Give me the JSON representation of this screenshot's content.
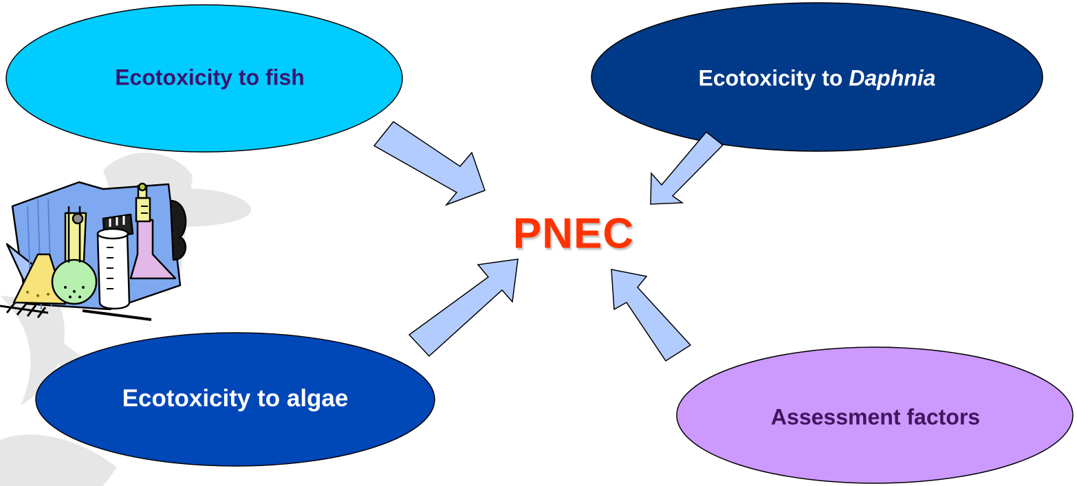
{
  "diagram": {
    "center": {
      "text": "PNEC",
      "color": "#ff3300"
    },
    "nodes": [
      {
        "id": "fish",
        "text": "Ecotoxicity to fish",
        "fill": "#00ccff",
        "text_color": "#3a1470"
      },
      {
        "id": "daphnia",
        "text_prefix": "Ecotoxicity to ",
        "text_italic": "Daphnia",
        "fill": "#003a88",
        "text_color": "#ffffff"
      },
      {
        "id": "algae",
        "text": "Ecotoxicity to algae",
        "fill": "#0047b8",
        "text_color": "#ffffff"
      },
      {
        "id": "assessment",
        "text": "Assessment factors",
        "fill": "#cc99ff",
        "text_color": "#44145e"
      }
    ],
    "edges": [
      {
        "from": "fish",
        "to": "PNEC"
      },
      {
        "from": "daphnia",
        "to": "PNEC"
      },
      {
        "from": "algae",
        "to": "PNEC"
      },
      {
        "from": "assessment",
        "to": "PNEC"
      }
    ],
    "arrow_fill": "#b3ccff",
    "clipart": "laboratory-glassware-icon"
  }
}
